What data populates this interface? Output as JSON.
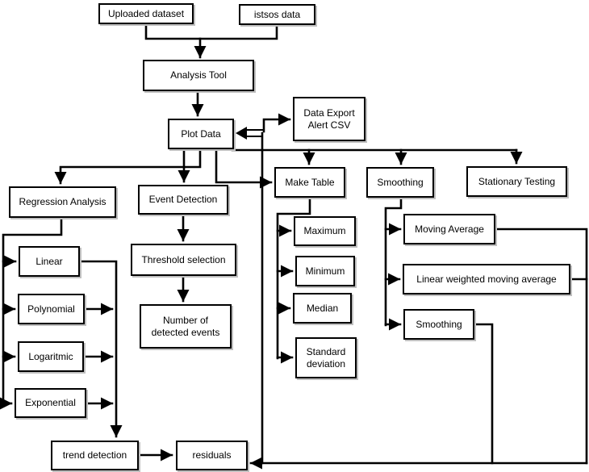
{
  "diagram": {
    "type": "flowchart",
    "background": "#ffffff",
    "colors": {
      "line": "#000000",
      "box_border": "#000000",
      "box_fill": "#ffffff",
      "text": "#000000",
      "shadow": "#bfbfbf"
    },
    "nodes": {
      "uploaded_dataset": "Uploaded dataset",
      "istsos_data": "istsos data",
      "analysis_tool": "Analysis Tool",
      "plot_data": "Plot Data",
      "data_export": "Data Export\nAlert CSV",
      "make_table": "Make Table",
      "smoothing_branch": "Smoothing",
      "stationary_testing": "Stationary Testing",
      "regression_analysis": "Regression Analysis",
      "event_detection": "Event Detection",
      "threshold_selection": "Threshold selection",
      "number_detected_events": "Number of\ndetected events",
      "linear": "Linear",
      "polynomial": "Polynomial",
      "logaritmic": "Logaritmic",
      "exponential": "Exponential",
      "trend_detection": "trend detection",
      "residuals": "residuals",
      "maximum": "Maximum",
      "minimum": "Minimum",
      "median": "Median",
      "standard_deviation": "Standard\ndeviation",
      "moving_average": "Moving Average",
      "linear_weighted_moving_average": "Linear weighted moving average",
      "smoothing_method": "Smoothing"
    },
    "edges": [
      {
        "from": "uploaded_dataset",
        "to": "analysis_tool"
      },
      {
        "from": "istsos_data",
        "to": "analysis_tool"
      },
      {
        "from": "analysis_tool",
        "to": "plot_data"
      },
      {
        "from": "plot_data",
        "to": "regression_analysis"
      },
      {
        "from": "plot_data",
        "to": "event_detection"
      },
      {
        "from": "plot_data",
        "to": "make_table"
      },
      {
        "from": "plot_data",
        "to": "smoothing_branch"
      },
      {
        "from": "plot_data",
        "to": "stationary_testing"
      },
      {
        "from": "event_detection",
        "to": "threshold_selection"
      },
      {
        "from": "threshold_selection",
        "to": "number_detected_events"
      },
      {
        "from": "regression_analysis",
        "to": "linear"
      },
      {
        "from": "regression_analysis",
        "to": "polynomial"
      },
      {
        "from": "regression_analysis",
        "to": "logaritmic"
      },
      {
        "from": "regression_analysis",
        "to": "exponential"
      },
      {
        "from": "linear",
        "to": "trend_detection"
      },
      {
        "from": "polynomial",
        "to": "trend_detection"
      },
      {
        "from": "logaritmic",
        "to": "trend_detection"
      },
      {
        "from": "exponential",
        "to": "trend_detection"
      },
      {
        "from": "trend_detection",
        "to": "residuals"
      },
      {
        "from": "make_table",
        "to": "maximum"
      },
      {
        "from": "make_table",
        "to": "minimum"
      },
      {
        "from": "make_table",
        "to": "median"
      },
      {
        "from": "make_table",
        "to": "standard_deviation"
      },
      {
        "from": "smoothing_branch",
        "to": "moving_average"
      },
      {
        "from": "smoothing_branch",
        "to": "linear_weighted_moving_average"
      },
      {
        "from": "smoothing_branch",
        "to": "smoothing_method"
      },
      {
        "from": "moving_average",
        "to": "residuals"
      },
      {
        "from": "linear_weighted_moving_average",
        "to": "residuals"
      },
      {
        "from": "smoothing_method",
        "to": "residuals"
      },
      {
        "from": "residuals",
        "to": "plot_data"
      },
      {
        "from": "residuals",
        "to": "data_export"
      }
    ]
  }
}
